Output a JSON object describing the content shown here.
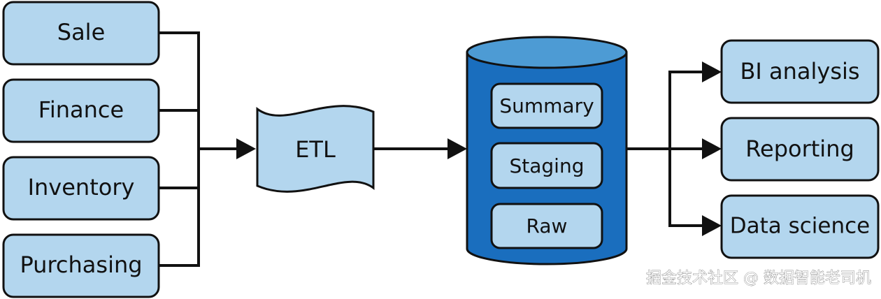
{
  "sources": [
    "Sale",
    "Finance",
    "Inventory",
    "Purchasing"
  ],
  "etl": {
    "label": "ETL"
  },
  "warehouse": {
    "layers": [
      "Summary",
      "Staging",
      "Raw"
    ]
  },
  "outputs": [
    "BI analysis",
    "Reporting",
    "Data science"
  ],
  "watermark": "掘金技术社区 @ 数据智能老司机",
  "colors": {
    "box_fill": "#b3d6ee",
    "box_stroke": "#111111",
    "db_body": "#1a6ebe",
    "db_top": "#4d9bd4",
    "line": "#111111"
  }
}
